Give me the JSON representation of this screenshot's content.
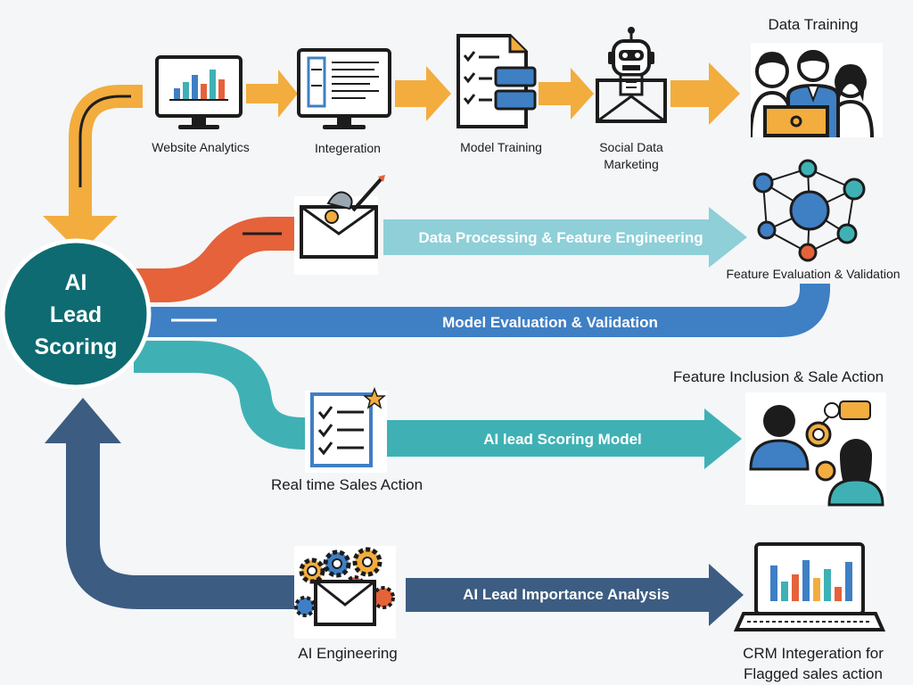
{
  "center": {
    "line1": "AI",
    "line2": "Lead",
    "line3": "Scoring"
  },
  "top_row": [
    {
      "label": "Website Analytics",
      "icon": "monitor-analytics-icon"
    },
    {
      "label": "Integeration",
      "icon": "monitor-integration-icon"
    },
    {
      "label": "Model Training",
      "icon": "checklist-document-icon"
    },
    {
      "label_line1": "Social Data",
      "label_line2": "Marketing",
      "icon": "robot-envelope-icon"
    },
    {
      "label": "Data Training",
      "icon": "team-laptop-icon"
    }
  ],
  "flows": {
    "data_processing": "Data Processing & Feature Engineering",
    "feature_evaluation": "Feature Evaluation & Validation",
    "model_evaluation": "Model Evaluation & Validation",
    "scoring_model": "AI lead Scoring Model",
    "real_time": "Real time Sales Action",
    "feature_inclusion": "Feature Inclusion & Sale Action",
    "importance_analysis": "AI Lead Importance Analysis",
    "ai_engineering": "AI Engineering",
    "crm_line1": "CRM Integeration for",
    "crm_line2": "Flagged sales action"
  },
  "colors": {
    "top_orange": "#f2ad3e",
    "red_band": "#e5623a",
    "light_teal": "#8ecfd8",
    "blue_band": "#3f7fc4",
    "teal_band": "#3fb1b5",
    "navy_band": "#3c5c82",
    "center_circle": "#0e6b72"
  }
}
